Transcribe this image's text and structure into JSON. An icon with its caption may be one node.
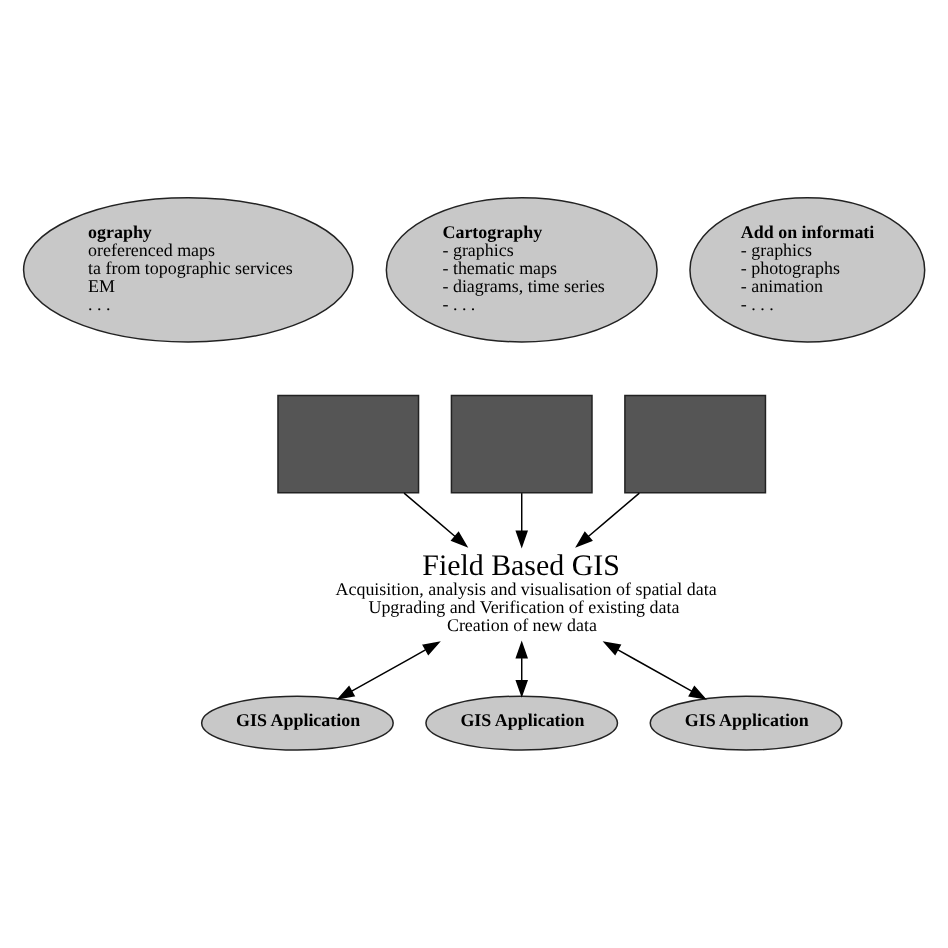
{
  "diagram": {
    "nodes": [
      {
        "text": [
          "Cartography",
          "- graphics",
          "- thematic maps",
          "- diagrams, time series",
          "- . . ."
        ]
      },
      {
        "text": [
          "ography",
          "oreferenced maps",
          "ta from topographic services",
          "EM",
          ". . ."
        ]
      },
      {
        "text": [
          "Add on informati",
          "- graphics",
          "- photographs",
          "- animation",
          "- . . ."
        ]
      },
      {
        "text": [],
        "shape": "box"
      },
      {
        "text": [],
        "shape": "box"
      },
      {
        "text": [],
        "shape": "box"
      },
      {
        "text": [
          "Field Based GIS",
          "Acquisition, analysis and visualisation of spatial data",
          "Upgrading and Verification of existing data",
          "Creation of new data"
        ]
      },
      {
        "text": [
          "GIS Application"
        ]
      },
      {
        "text": [
          "GIS Application"
        ]
      },
      {
        "text": [
          "GIS Application"
        ]
      }
    ],
    "edges": [
      {
        "from": 4,
        "to": 6,
        "arrow": "to"
      },
      {
        "from": 3,
        "to": 6,
        "arrow": "to"
      },
      {
        "from": 5,
        "to": 6,
        "arrow": "to"
      },
      {
        "from": 6,
        "to": 7,
        "arrow": "both"
      },
      {
        "from": 6,
        "to": 8,
        "arrow": "both"
      },
      {
        "from": 6,
        "to": 9,
        "arrow": "both"
      }
    ]
  }
}
